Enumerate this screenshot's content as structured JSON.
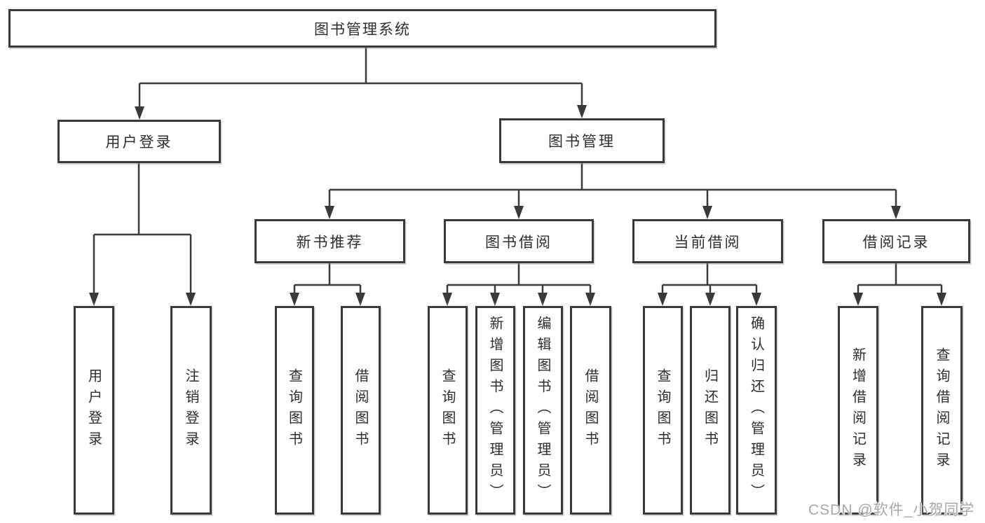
{
  "tree": {
    "label": "图书管理系统",
    "children": [
      {
        "label": "用户登录",
        "children": [
          {
            "label": "用户登录"
          },
          {
            "label": "注销登录"
          }
        ]
      },
      {
        "label": "图书管理",
        "children": [
          {
            "label": "新书推荐",
            "children": [
              {
                "label": "查询图书"
              },
              {
                "label": "借阅图书"
              }
            ]
          },
          {
            "label": "图书借阅",
            "children": [
              {
                "label": "查询图书"
              },
              {
                "label": "新增图书（管理员）"
              },
              {
                "label": "编辑图书（管理员）"
              },
              {
                "label": "借阅图书"
              }
            ]
          },
          {
            "label": "当前借阅",
            "children": [
              {
                "label": "查询图书"
              },
              {
                "label": "归还图书"
              },
              {
                "label": "确认归还（管理员）"
              }
            ]
          },
          {
            "label": "借阅记录",
            "children": [
              {
                "label": "新增借阅记录"
              },
              {
                "label": "查询借阅记录"
              }
            ]
          }
        ]
      }
    ]
  },
  "watermark": "CSDN @软件_小贺同学",
  "colors": {
    "line": "#3a3a3a",
    "border": "#3a3a3a",
    "text": "#2e2e2e",
    "background": "#ffffff",
    "watermark": "#a8a8a8"
  }
}
